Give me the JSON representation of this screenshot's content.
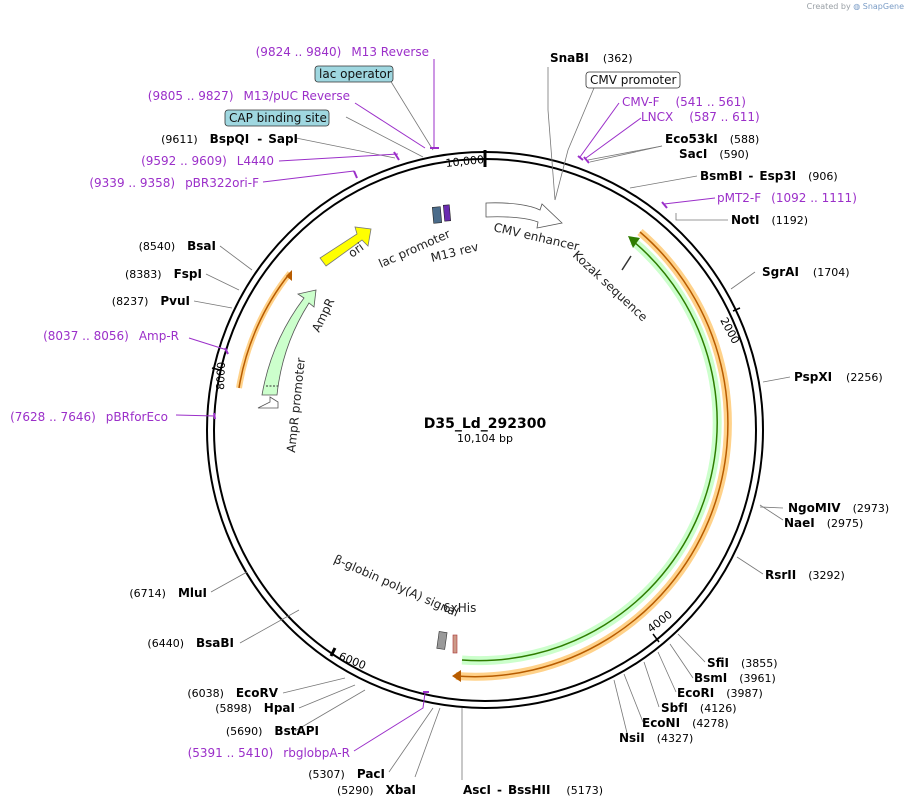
{
  "credit": {
    "prefix": "Created by",
    "brand": "SnapGene"
  },
  "plasmid": {
    "name": "D35_Ld_292300",
    "size_label": "10,104 bp"
  },
  "ticks": [
    {
      "label": "10,000",
      "angle": -5
    },
    {
      "label": "2000",
      "angle": 63
    },
    {
      "label": "4000",
      "angle": 141
    },
    {
      "label": "6000",
      "angle": 215
    },
    {
      "label": "8000",
      "angle": 282
    }
  ],
  "enzymes": [
    {
      "name": "SnaBI",
      "pos": "(362)"
    },
    {
      "name": "Eco53kI",
      "pos": "(588)"
    },
    {
      "name": "SacI",
      "pos": "(590)"
    },
    {
      "name": "BsmBI",
      "name2": "Esp3I",
      "pos": "(906)"
    },
    {
      "name": "NotI",
      "pos": "(1192)"
    },
    {
      "name": "SgrAI",
      "pos": "(1704)"
    },
    {
      "name": "PspXI",
      "pos": "(2256)"
    },
    {
      "name": "NgoMIV",
      "pos": "(2973)"
    },
    {
      "name": "NaeI",
      "pos": "(2975)"
    },
    {
      "name": "RsrII",
      "pos": "(3292)"
    },
    {
      "name": "SfiI",
      "pos": "(3855)"
    },
    {
      "name": "BsmI",
      "pos": "(3961)"
    },
    {
      "name": "EcoRI",
      "pos": "(3987)"
    },
    {
      "name": "SbfI",
      "pos": "(4126)"
    },
    {
      "name": "EcoNI",
      "pos": "(4278)"
    },
    {
      "name": "NsiI",
      "pos": "(4327)"
    },
    {
      "name": "AscI",
      "name2": "BssHII",
      "pos": "(5173)"
    },
    {
      "name": "XbaI",
      "pos": "(5290)"
    },
    {
      "name": "PacI",
      "pos": "(5307)"
    },
    {
      "name": "BstAPI",
      "pos": "(5690)"
    },
    {
      "name": "HpaI",
      "pos": "(5898)"
    },
    {
      "name": "EcoRV",
      "pos": "(6038)"
    },
    {
      "name": "BsaBI",
      "pos": "(6440)"
    },
    {
      "name": "MluI",
      "pos": "(6714)"
    },
    {
      "name": "PvuI",
      "pos": "(8237)"
    },
    {
      "name": "FspI",
      "pos": "(8383)"
    },
    {
      "name": "BsaI",
      "pos": "(8540)"
    },
    {
      "name": "BspQI",
      "name2": "SapI",
      "pos": "(9611)"
    }
  ],
  "primers": [
    {
      "name": "M13 Reverse",
      "range": "(9824 .. 9840)"
    },
    {
      "name": "M13/pUC Reverse",
      "range": "(9805 .. 9827)"
    },
    {
      "name": "L4440",
      "range": "(9592 .. 9609)"
    },
    {
      "name": "pBR322ori-F",
      "range": "(9339 .. 9358)"
    },
    {
      "name": "CMV-F",
      "range": "(541 .. 561)"
    },
    {
      "name": "LNCX",
      "range": "(587 .. 611)"
    },
    {
      "name": "pMT2-F",
      "range": "(1092 .. 1111)"
    },
    {
      "name": "Amp-R",
      "range": "(8037 .. 8056)"
    },
    {
      "name": "pBRforEco",
      "range": "(7628 .. 7646)"
    },
    {
      "name": "rbglobpA-R",
      "range": "(5391 .. 5410)"
    }
  ],
  "boxed_features": [
    {
      "name": "lac operator"
    },
    {
      "name": "CAP binding site"
    },
    {
      "name": "CMV promoter"
    }
  ],
  "features": [
    {
      "name": "ori",
      "color": "#ffff00"
    },
    {
      "name": "AmpR",
      "color": "#ccffcc"
    },
    {
      "name": "AmpR promoter",
      "color": "#ffffff"
    },
    {
      "name": "lac promoter",
      "color": "#ffffff"
    },
    {
      "name": "M13 rev",
      "color": "#ffffff"
    },
    {
      "name": "CMV enhancer",
      "color": "#ffffff"
    },
    {
      "name": "Kozak sequence",
      "color": "#ffffff"
    },
    {
      "name": "6xHis",
      "color": "#ffffff"
    },
    {
      "name": "β-globin poly(A) signal",
      "color": "#999999"
    }
  ],
  "colors": {
    "backbone": "#000000",
    "primer": "#9b2fc9",
    "orf_green": "#ccffcc",
    "orf_green_stroke": "#2e7d00",
    "orf_orange": "#ffd28a",
    "orf_orange_stroke": "#b85c00",
    "ori_yellow": "#ffff00",
    "boxed_feature_fill": "#9fd7e0"
  }
}
